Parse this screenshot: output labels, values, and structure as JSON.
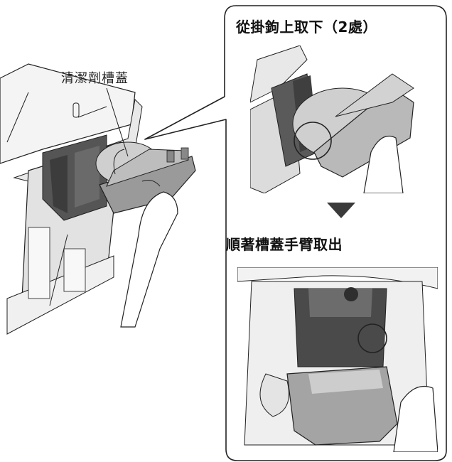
{
  "left_label": "清潔劑槽蓋",
  "steps": [
    {
      "title": "從掛鉤上取下（2處）"
    },
    {
      "title": "順著槽蓋手臂取出"
    }
  ],
  "colors": {
    "line": "#222222",
    "dark_part": "#4a4a4a",
    "mid_part": "#8e8e8e",
    "light_part": "#c9c9c9",
    "very_light": "#e6e6e6",
    "arrow": "#3a3a3a"
  }
}
